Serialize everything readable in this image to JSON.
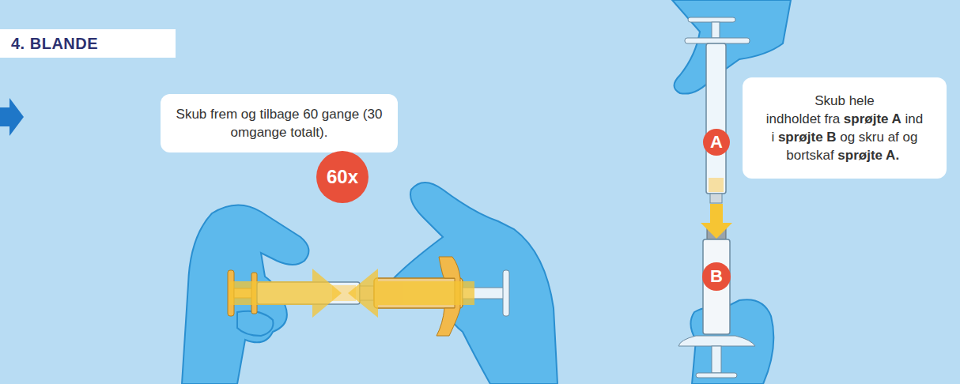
{
  "diagram": {
    "title": "4. BLANDE",
    "nodes": [
      {
        "text": [
          "Skub frem og tilbage 60 gange (30 omgange totalt)."
        ]
      },
      {
        "text": [
          "60x"
        ]
      },
      {
        "text": [
          "Skub hele indholdet",
          "fra",
          "sprøjte A",
          "ind i",
          "sprøjte B",
          "og skru af og bortskaf",
          "sprøjte A."
        ]
      },
      {
        "text": [
          "A"
        ]
      },
      {
        "text": [
          "B"
        ]
      }
    ]
  }
}
